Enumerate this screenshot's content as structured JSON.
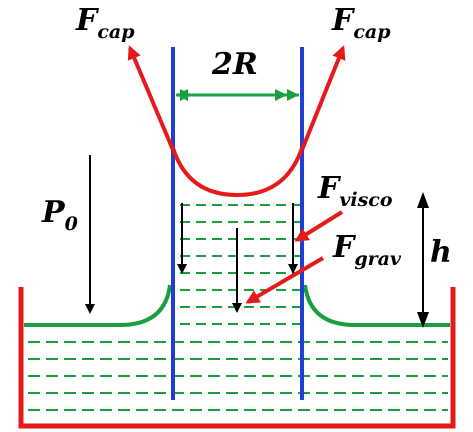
{
  "labels": {
    "f_cap_left": {
      "main": "F",
      "sub": "cap"
    },
    "f_cap_right": {
      "main": "F",
      "sub": "cap"
    },
    "two_r": "2R",
    "p0": {
      "main": "P",
      "sub": "0"
    },
    "f_visco": {
      "main": "F",
      "sub": "visco"
    },
    "f_grav": {
      "main": "F",
      "sub": "grav"
    },
    "h": "h"
  },
  "colors": {
    "tube": "#1f3fd4",
    "container": "#e51b1b",
    "capillary_force": "#e51b1b",
    "meniscus": "#e51b1b",
    "liquid_surface": "#1a9e3f",
    "liquid_dash": "#1a9e3f",
    "width_arrow": "#1a9e3f",
    "force_arrows": "#000000",
    "pointer_arrows": "#e51b1b"
  }
}
